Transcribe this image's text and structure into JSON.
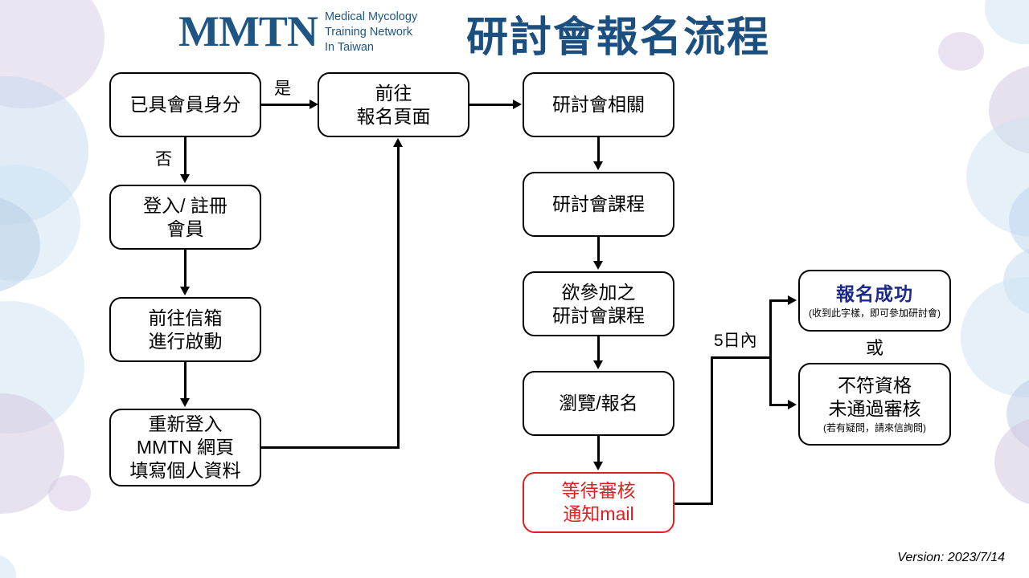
{
  "header": {
    "logo_mark": "MMTN",
    "logo_tagline_lines": [
      "Medical Mycology",
      "Training Network",
      "In Taiwan"
    ],
    "title": "研討會報名流程",
    "brand_color": "#1f5584",
    "title_color": "#1b4f7f"
  },
  "flow": {
    "nodes": {
      "member_check": {
        "lines": [
          "已具會員身分"
        ]
      },
      "go_register_page": {
        "lines": [
          "前往",
          "報名頁面"
        ]
      },
      "login_signup": {
        "lines": [
          "登入/ 註冊",
          "會員"
        ]
      },
      "go_mailbox": {
        "lines": [
          "前往信箱",
          "進行啟動"
        ]
      },
      "relogin_fill": {
        "lines": [
          "重新登入",
          "MMTN 網頁",
          "填寫個人資料"
        ]
      },
      "seminar_related": {
        "lines": [
          "研討會相關"
        ]
      },
      "seminar_course": {
        "lines": [
          "研討會課程"
        ]
      },
      "desired_course": {
        "lines": [
          "欲參加之",
          "研討會課程"
        ]
      },
      "browse_register": {
        "lines": [
          "瀏覽/報名"
        ]
      },
      "waiting_review": {
        "lines": [
          "等待審核",
          "通知mail"
        ],
        "color": "#e02020"
      },
      "success": {
        "headline": "報名成功",
        "sub": "(收到此字樣，即可參加研討會)",
        "headline_color": "#1b2a8c"
      },
      "rejected": {
        "lines": [
          "不符資格",
          "未通過審核"
        ],
        "sub": "(若有疑問，請來信詢問)"
      }
    },
    "labels": {
      "yes": "是",
      "no": "否",
      "within_five_days": "5日內",
      "or": "或"
    }
  },
  "footer": {
    "version": "Version: 2023/7/14"
  }
}
